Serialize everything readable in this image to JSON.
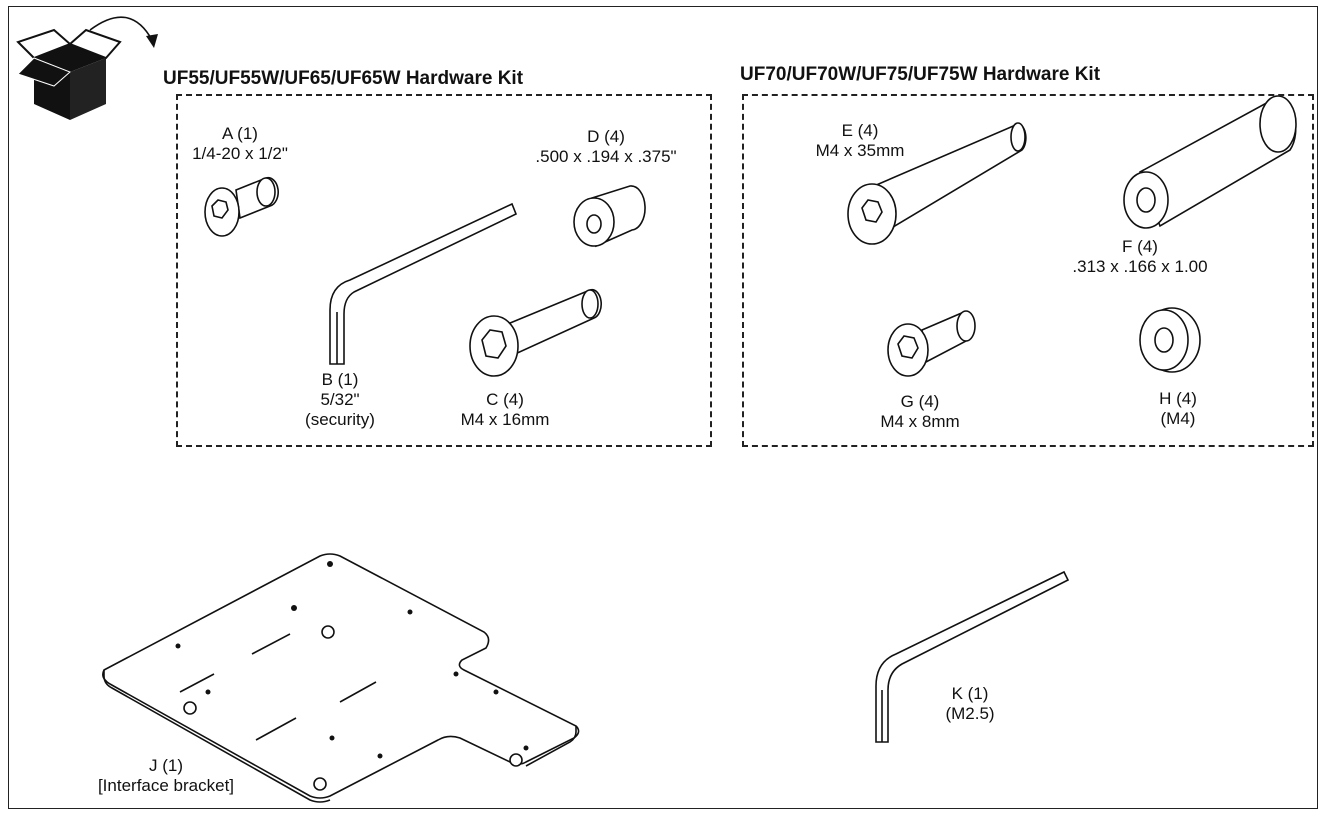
{
  "kits": [
    {
      "title": "UF55/UF55W/UF65/UF65W Hardware Kit"
    },
    {
      "title": "UF70/UF70W/UF75/UF75W Hardware Kit"
    }
  ],
  "parts": {
    "A": {
      "name": "A (1)",
      "spec": "1/4-20 x 1/2\""
    },
    "B": {
      "name": "B (1)",
      "spec": "5/32\"",
      "note": "(security)"
    },
    "C": {
      "name": "C (4)",
      "spec": "M4 x 16mm"
    },
    "D": {
      "name": "D (4)",
      "spec": ".500 x .194 x .375\""
    },
    "E": {
      "name": "E (4)",
      "spec": "M4 x 35mm"
    },
    "F": {
      "name": "F (4)",
      "spec": ".313 x .166 x 1.00"
    },
    "G": {
      "name": "G (4)",
      "spec": "M4 x 8mm"
    },
    "H": {
      "name": "H (4)",
      "spec": "(M4)"
    },
    "J": {
      "name": "J (1)",
      "spec": "[Interface bracket]"
    },
    "K": {
      "name": "K (1)",
      "spec": "(M2.5)"
    }
  },
  "icons": {
    "unbox": "open-box-icon"
  }
}
